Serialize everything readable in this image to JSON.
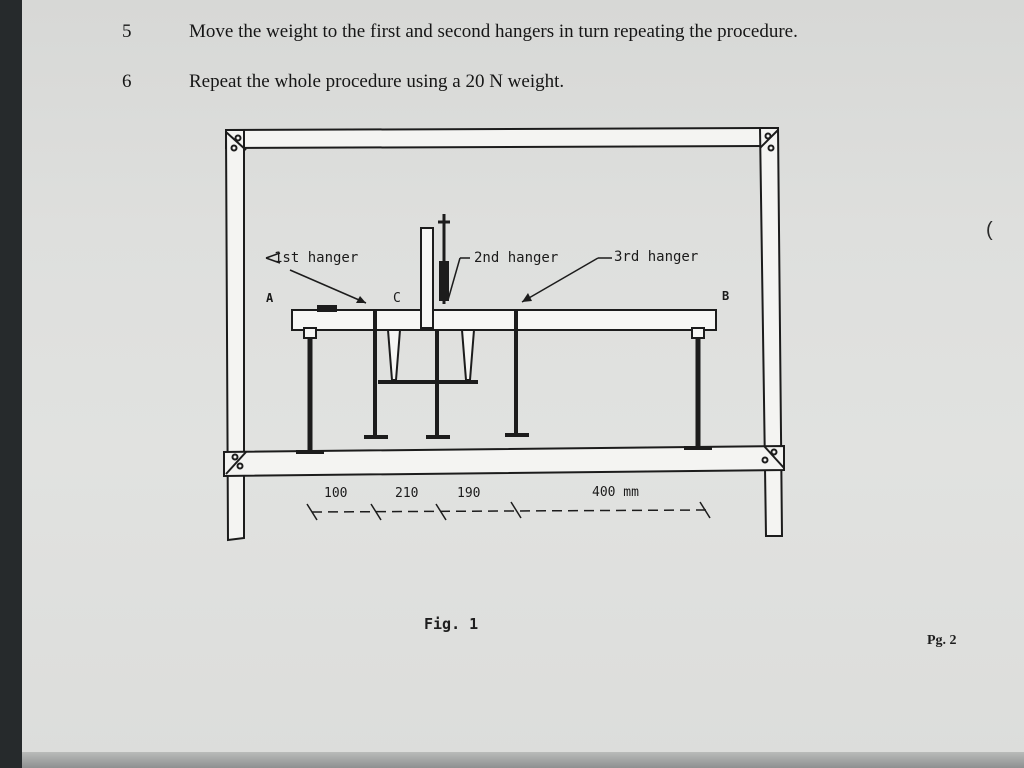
{
  "steps": [
    {
      "number": "5",
      "text": "Move the weight to the first and second hangers in turn repeating the procedure."
    },
    {
      "number": "6",
      "text": "Repeat the whole procedure using a 20 N weight."
    }
  ],
  "figure": {
    "labels": {
      "first_hanger": "1st hanger",
      "second_hanger": "2nd hanger",
      "third_hanger": "3rd hanger",
      "point_a": "A",
      "point_b": "B",
      "point_c": "C"
    },
    "dimensions": [
      "100",
      "210",
      "190",
      "400 mm"
    ],
    "caption": "Fig. 1"
  },
  "page_number": "Pg. 2",
  "margin_mark": "("
}
